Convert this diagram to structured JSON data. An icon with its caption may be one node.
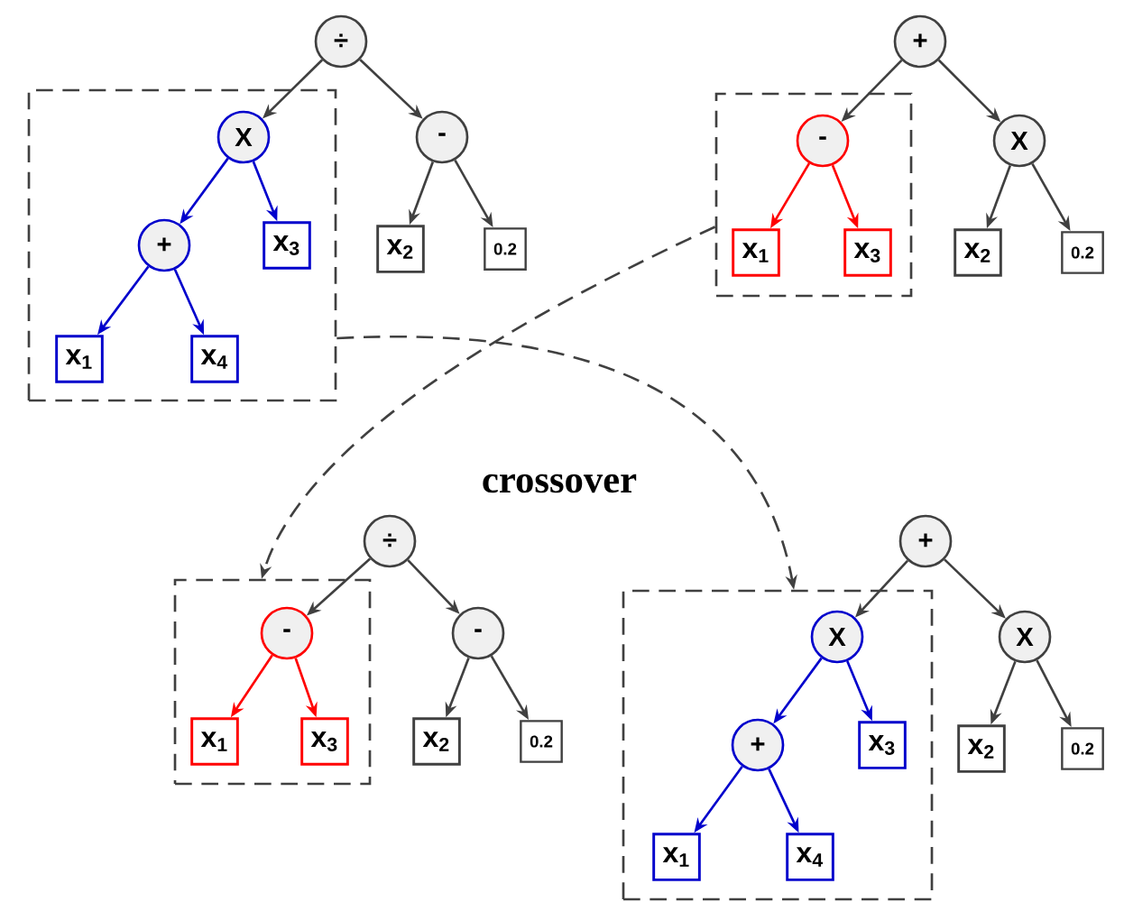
{
  "diagram": {
    "nodes": [
      {
        "text": [],
        "shape": "box"
      },
      {
        "text": [
          "÷"
        ]
      },
      {
        "text": [
          "X"
        ],
        "in": 0
      },
      {
        "text": [
          "+"
        ],
        "in": 0
      },
      {
        "text": [
          "x$_{3}$"
        ],
        "in": 0
      },
      {
        "text": [
          "x$_{1}$"
        ],
        "in": 0
      },
      {
        "text": [
          "x$_{4}$"
        ],
        "in": 0
      },
      {
        "text": [
          "-"
        ]
      },
      {
        "text": [
          "x$_{2}$"
        ]
      },
      {
        "text": [
          "0.2"
        ]
      },
      {
        "text": [],
        "shape": "box"
      },
      {
        "text": [
          "+"
        ]
      },
      {
        "text": [
          "-"
        ],
        "in": 10
      },
      {
        "text": [
          "x$_{1}$"
        ],
        "in": 10
      },
      {
        "text": [
          "x$_{3}$"
        ],
        "in": 10
      },
      {
        "text": [
          "X"
        ]
      },
      {
        "text": [
          "x$_{2}$"
        ]
      },
      {
        "text": [
          "0.2"
        ]
      },
      {
        "text": [],
        "shape": "box"
      },
      {
        "text": [
          "÷"
        ]
      },
      {
        "text": [
          "-"
        ],
        "in": 18
      },
      {
        "text": [
          "x$_{1}$"
        ],
        "in": 18
      },
      {
        "text": [
          "x$_{3}$"
        ],
        "in": 18
      },
      {
        "text": [
          "-"
        ]
      },
      {
        "text": [
          "x$_{2}$"
        ]
      },
      {
        "text": [
          "0.2"
        ]
      },
      {
        "text": [],
        "shape": "box"
      },
      {
        "text": [
          "+"
        ]
      },
      {
        "text": [
          "X"
        ],
        "in": 26
      },
      {
        "text": [
          "+"
        ],
        "in": 26
      },
      {
        "text": [
          "x$_{3}$"
        ],
        "in": 26
      },
      {
        "text": [
          "x$_{1}$"
        ],
        "in": 26
      },
      {
        "text": [
          "x$_{4}$"
        ],
        "in": 26
      },
      {
        "text": [
          "X"
        ]
      },
      {
        "text": [
          "x$_{2}$"
        ]
      },
      {
        "text": [
          "0.2"
        ]
      }
    ],
    "edges": [
      {
        "from": 1,
        "to": 2,
        "arrow": "to"
      },
      {
        "from": 1,
        "to": 7,
        "arrow": "to"
      },
      {
        "from": 2,
        "to": 3,
        "arrow": "to",
        "color": "#0000cc"
      },
      {
        "from": 2,
        "to": 4,
        "arrow": "to",
        "color": "#0000cc"
      },
      {
        "from": 3,
        "to": 5,
        "arrow": "to",
        "color": "#0000cc"
      },
      {
        "from": 3,
        "to": 6,
        "arrow": "to",
        "color": "#0000cc"
      },
      {
        "from": 7,
        "to": 8,
        "arrow": "to"
      },
      {
        "from": 7,
        "to": 9,
        "arrow": "to"
      },
      {
        "from": 11,
        "to": 12,
        "arrow": "to"
      },
      {
        "from": 11,
        "to": 15,
        "arrow": "to"
      },
      {
        "from": 12,
        "to": 13,
        "arrow": "to",
        "color": "#ff0000"
      },
      {
        "from": 12,
        "to": 14,
        "arrow": "to",
        "color": "#ff0000"
      },
      {
        "from": 15,
        "to": 16,
        "arrow": "to"
      },
      {
        "from": 15,
        "to": 17,
        "arrow": "to"
      },
      {
        "from": 19,
        "to": 20,
        "arrow": "to"
      },
      {
        "from": 19,
        "to": 23,
        "arrow": "to"
      },
      {
        "from": 20,
        "to": 21,
        "arrow": "to",
        "color": "#ff0000"
      },
      {
        "from": 20,
        "to": 22,
        "arrow": "to",
        "color": "#ff0000"
      },
      {
        "from": 23,
        "to": 24,
        "arrow": "to"
      },
      {
        "from": 23,
        "to": 25,
        "arrow": "to"
      },
      {
        "from": 27,
        "to": 28,
        "arrow": "to"
      },
      {
        "from": 27,
        "to": 33,
        "arrow": "to"
      },
      {
        "from": 28,
        "to": 29,
        "arrow": "to",
        "color": "#0000cc"
      },
      {
        "from": 28,
        "to": 30,
        "arrow": "to",
        "color": "#0000cc"
      },
      {
        "from": 29,
        "to": 31,
        "arrow": "to",
        "color": "#0000cc"
      },
      {
        "from": 29,
        "to": 32,
        "arrow": "to",
        "color": "#0000cc"
      },
      {
        "from": 33,
        "to": 34,
        "arrow": "to"
      },
      {
        "from": 33,
        "to": 35,
        "arrow": "to"
      },
      {
        "from": 10,
        "to": 18,
        "arrow": "to",
        "style": "dashed"
      },
      {
        "from": 0,
        "to": 26,
        "arrow": "to",
        "style": "dashed"
      }
    ],
    "labels": [
      "crossover"
    ]
  }
}
